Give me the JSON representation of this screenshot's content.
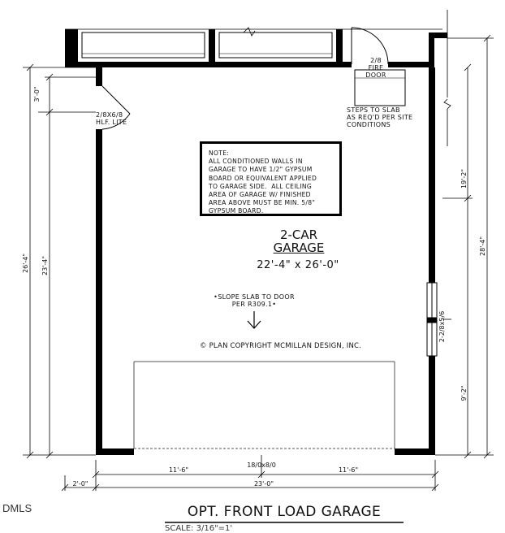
{
  "labels": {
    "fire_door": "2/8\nFIRE\nDOOR",
    "left_door": "2/8x6/8\nHLF. LITE",
    "steps": "STEPS TO SLAB\nAS REQ'D PER SITE\nCONDITIONS",
    "note_title": "NOTE:",
    "note_body": "ALL CONDITIONED WALLS IN\nGARAGE TO HAVE 1/2\" GYPSUM\nBOARD OR EQUIVALENT APPLIED\nTO GARAGE SIDE.  ALL CEILING\nAREA OF GARAGE W/ FINISHED\nAREA ABOVE MUST BE MIN. 5/8\"\nGYPSUM BOARD.",
    "room_name_1": "2-CAR",
    "room_name_2": "GARAGE",
    "room_size": "22'-4\" x 26'-0\"",
    "slope": "•SLOPE SLAB TO DOOR\nPER R309.1•",
    "copyright": "© PLAN COPYRIGHT MCMILLAN DESIGN, INC.",
    "garage_door": "18/0x8/0",
    "right_window": "2-2/8x5/6"
  },
  "dimensions": {
    "left_top": "3'-0\"",
    "left_outer": "26'-4\"",
    "left_inner": "23'-4\"",
    "right_top": "19'-2\"",
    "right_outer": "28'-4\"",
    "right_bottom": "9'-2\"",
    "bottom_left_half": "11'-6\"",
    "bottom_right_half": "11'-6\"",
    "bottom_left_offset": "2'-0\"",
    "bottom_total": "23'-0\""
  },
  "watermark": "DMLS",
  "title": "OPT. FRONT LOAD GARAGE",
  "scale": "SCALE: 3/16\"=1'"
}
